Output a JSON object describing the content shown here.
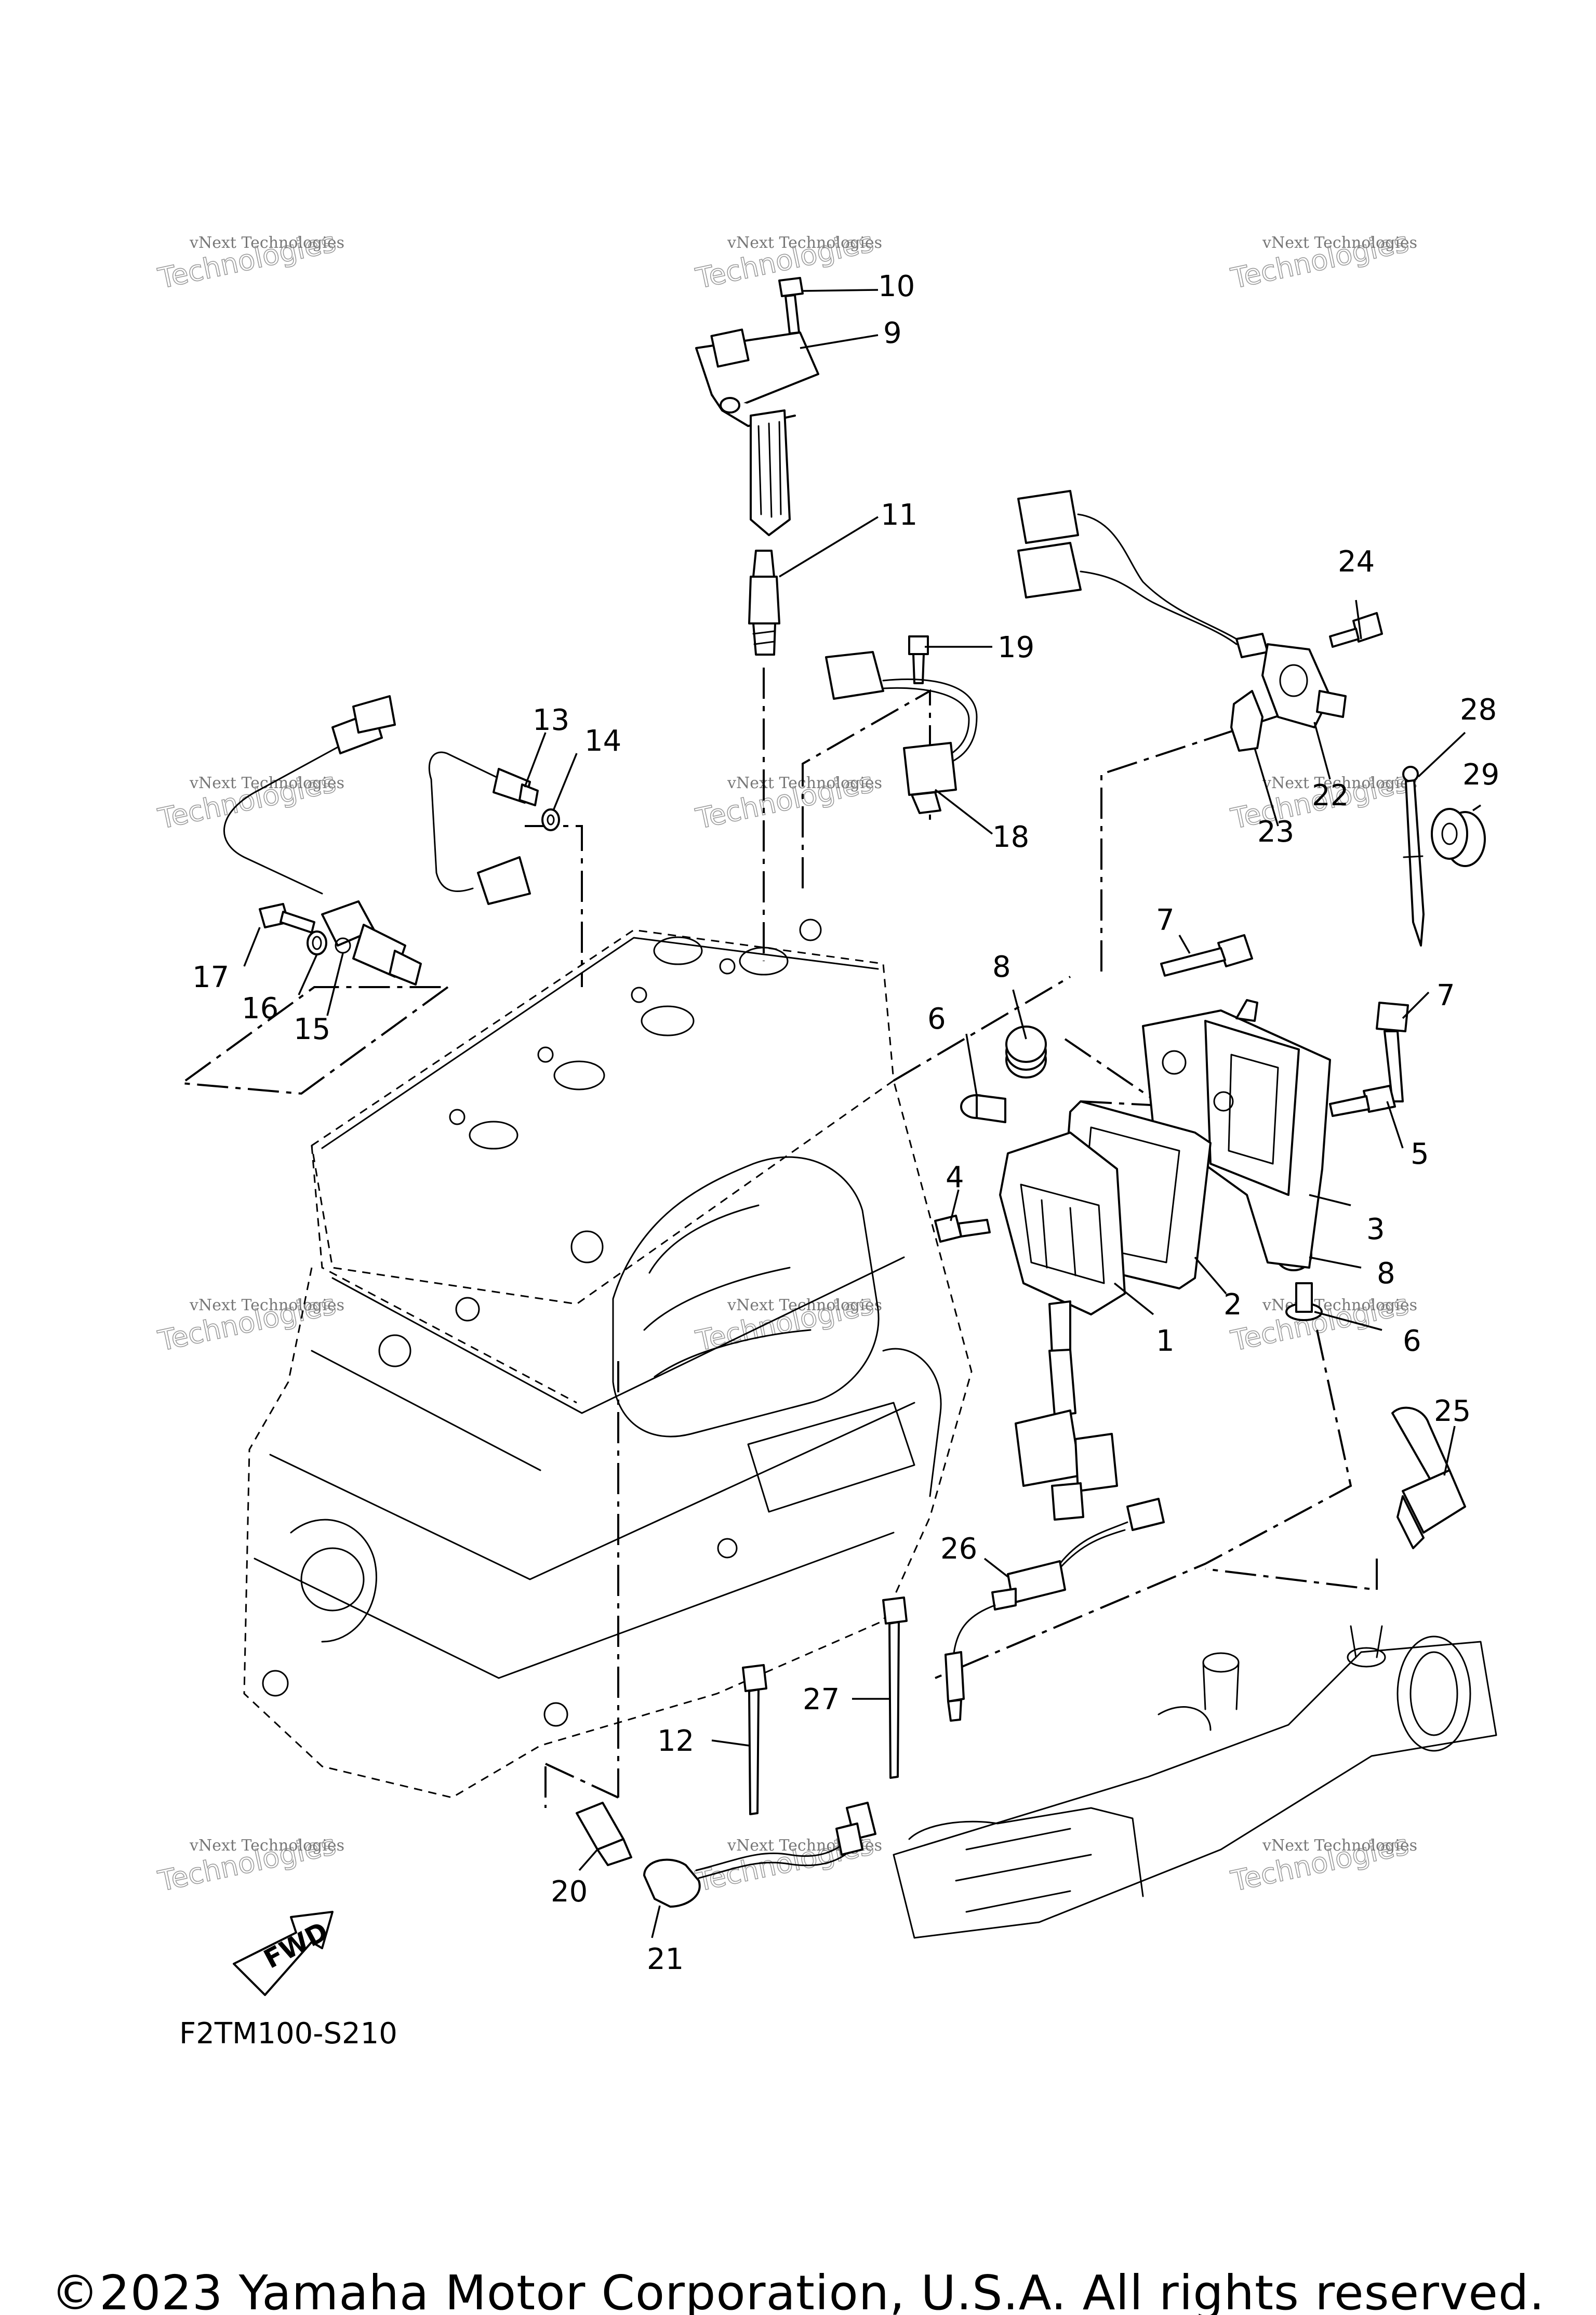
{
  "diagram": {
    "code": "F2TM100-S210",
    "copyright": "©2023 Yamaha Motor Corporation, U.S.A. All rights reserved.",
    "fwd_label": "FWD",
    "watermark": {
      "line1": "vNext Technologies",
      "line2": "Technologies"
    },
    "colors": {
      "line": "#000000",
      "watermark": "#8a8a8a",
      "background": "#ffffff"
    }
  },
  "callouts": {
    "c1": "1",
    "c2": "2",
    "c3": "3",
    "c4": "4",
    "c5": "5",
    "c6a": "6",
    "c6b": "6",
    "c7a": "7",
    "c7b": "7",
    "c8a": "8",
    "c8b": "8",
    "c9": "9",
    "c10": "10",
    "c11": "11",
    "c12": "12",
    "c13": "13",
    "c14": "14",
    "c15": "15",
    "c16": "16",
    "c17": "17",
    "c18": "18",
    "c19": "19",
    "c20": "20",
    "c21": "21",
    "c22": "22",
    "c23": "23",
    "c24": "24",
    "c25": "25",
    "c26": "26",
    "c27": "27",
    "c28": "28",
    "c29": "29"
  }
}
